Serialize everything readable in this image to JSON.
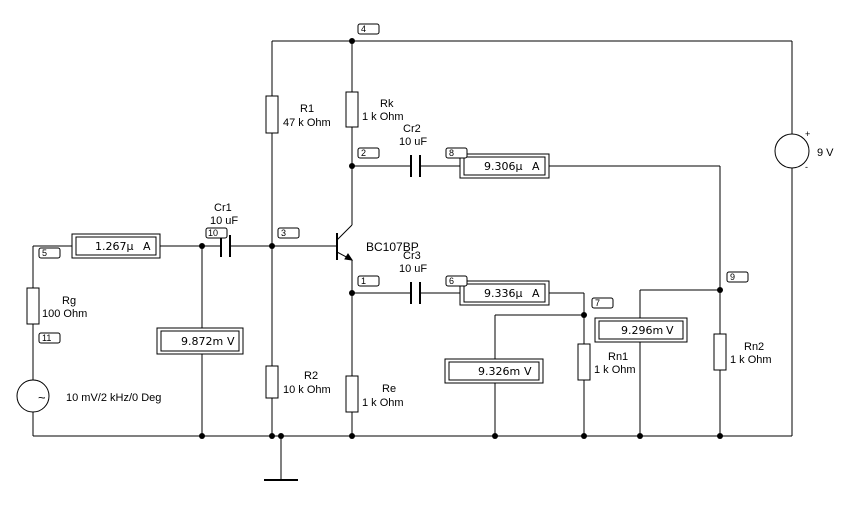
{
  "components": {
    "r1": {
      "name": "R1",
      "value": "47 k Ohm"
    },
    "rk": {
      "name": "Rk",
      "value": "1 k Ohm"
    },
    "r2": {
      "name": "R2",
      "value": "10 k Ohm"
    },
    "re": {
      "name": "Re",
      "value": "1 k Ohm"
    },
    "rg": {
      "name": "Rg",
      "value": "100  Ohm"
    },
    "rn1": {
      "name": "Rn1",
      "value": "1 k Ohm"
    },
    "rn2": {
      "name": "Rn2",
      "value": "1 k Ohm"
    },
    "cr1": {
      "name": "Cr1",
      "value": "10 uF"
    },
    "cr2": {
      "name": "Cr2",
      "value": "10 uF"
    },
    "cr3": {
      "name": "Cr3",
      "value": "10 uF"
    },
    "transistor": {
      "name": "BC107BP"
    },
    "source": {
      "value": "10 mV/2 kHz/0 Deg"
    },
    "battery": {
      "value": "9 V",
      "plus": "+",
      "minus": "-"
    }
  },
  "meters": {
    "a_in": {
      "value": "1.267μ",
      "unit": "A"
    },
    "v_in": {
      "value": "9.872m",
      "unit": "V"
    },
    "a_out1": {
      "value": "9.306μ",
      "unit": "A"
    },
    "a_out2": {
      "value": "9.336μ",
      "unit": "A"
    },
    "v_out2": {
      "value": "9.326m",
      "unit": "V"
    },
    "v_out1": {
      "value": "9.296m",
      "unit": "V"
    }
  },
  "nodes": [
    "4",
    "2",
    "8",
    "3",
    "10",
    "5",
    "1",
    "6",
    "7",
    "9",
    "11"
  ],
  "source_symbol": "~"
}
